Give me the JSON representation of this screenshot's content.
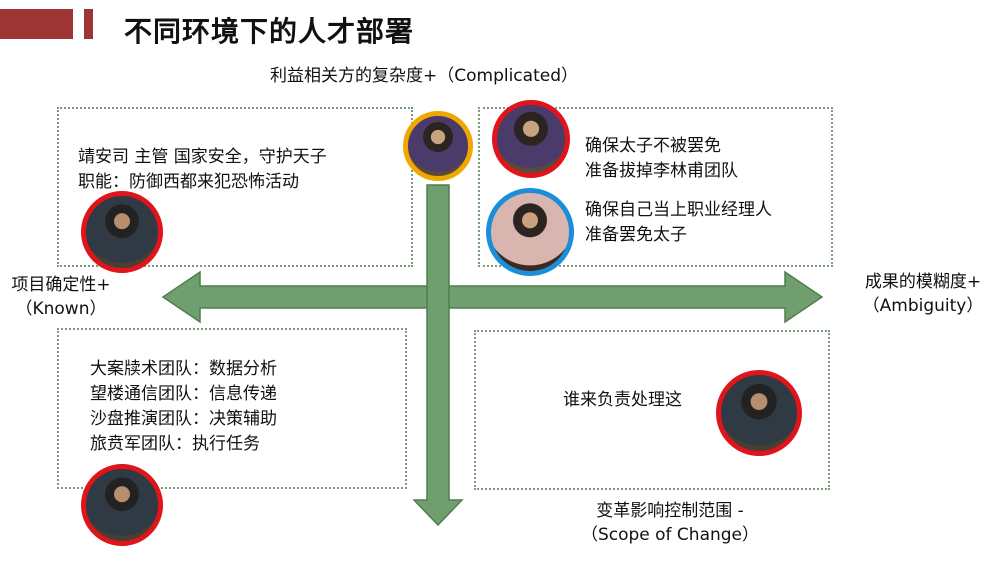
{
  "title": "不同环境下的人才部署",
  "axes": {
    "top": "利益相关方的复杂度+（Complicated）",
    "left_line1": "项目确定性+",
    "left_line2": "（Known）",
    "right_line1": "成果的模糊度+",
    "right_line2": "（Ambiguity）",
    "bottom_line1": "变革影响控制范围 -",
    "bottom_line2": "（Scope of Change）"
  },
  "quadrants": {
    "top_left": [
      "靖安司 主管 国家安全，守护天子",
      "职能：防御西都来犯恐怖活动"
    ],
    "top_right_a": [
      "确保太子不被罢免",
      "准备拔掉李林甫团队"
    ],
    "top_right_b": [
      "确保自己当上职业经理人",
      "准备罢免太子"
    ],
    "bottom_left": [
      "大案牍术团队：数据分析",
      "望楼通信团队：信息传递",
      "沙盘推演团队：决策辅助",
      "旅贲军团队：执行任务"
    ],
    "bottom_right": [
      "谁来负责处理这"
    ]
  },
  "colors": {
    "accent": "#9e3535",
    "arrow": "#6f9f6f",
    "ring_red": "#e0141b",
    "ring_orange": "#f0a800",
    "ring_blue": "#1a8ed8"
  }
}
